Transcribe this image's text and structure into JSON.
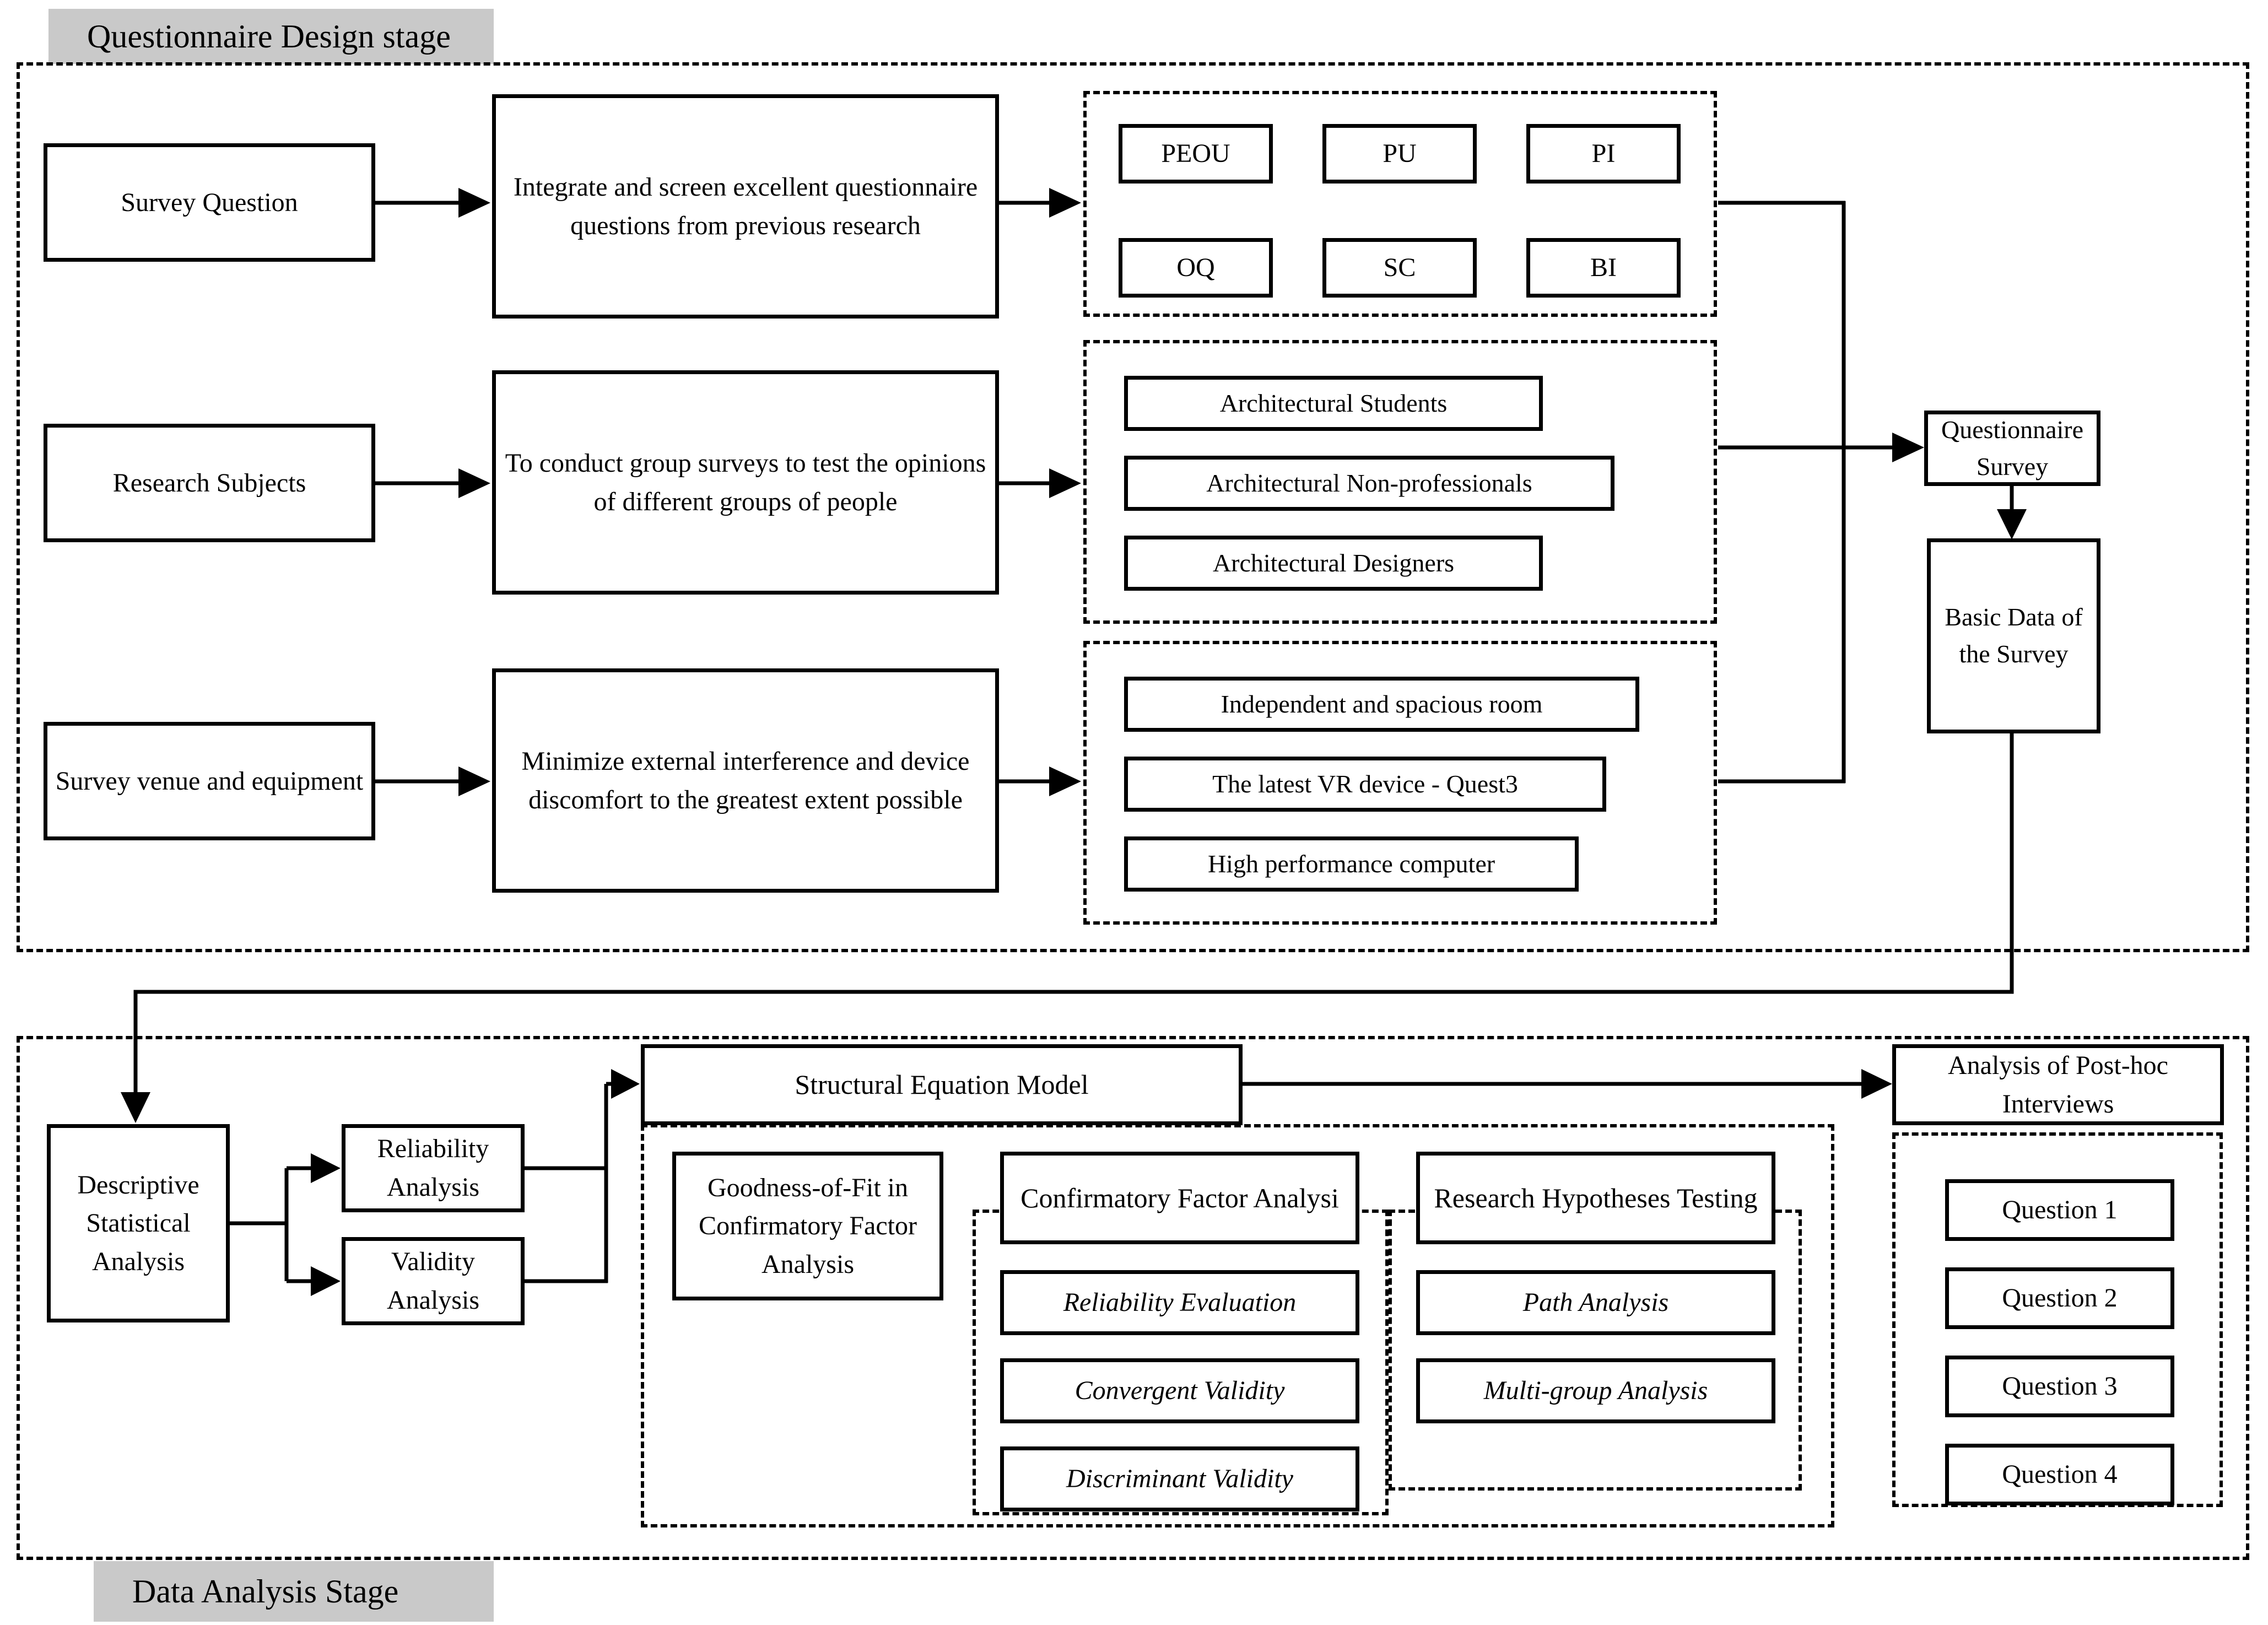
{
  "colors": {
    "label_bg": "#c9c9c9",
    "line": "#000000",
    "background": "#ffffff"
  },
  "stage1": {
    "label": "Questionnaire Design stage",
    "rows": [
      {
        "source": "Survey Question",
        "process": "Integrate and screen excellent questionnaire questions from previous research",
        "items": [
          "PEOU",
          "PU",
          "PI",
          "OQ",
          "SC",
          "BI"
        ]
      },
      {
        "source": "Research Subjects",
        "process": "To conduct group surveys to test the opinions of different groups of people",
        "items": [
          "Architectural Students",
          "Architectural Non-professionals",
          "Architectural Designers"
        ]
      },
      {
        "source": "Survey venue and equipment",
        "process": "Minimize external interference and device discomfort to the greatest extent possible",
        "items": [
          "Independent and spacious room",
          "The latest VR device - Quest3",
          "High performance computer"
        ]
      }
    ],
    "questionnaire_survey": "Questionnaire Survey",
    "basic_data": "Basic Data of the Survey"
  },
  "stage2": {
    "label": "Data Analysis Stage",
    "descriptive": "Descriptive Statistical Analysis",
    "reliability": "Reliability Analysis",
    "validity": "Validity Analysis",
    "sem": "Structural Equation Model",
    "goodness": "Goodness-of-Fit in Confirmatory Factor Analysis",
    "cfa": {
      "title": "Confirmatory Factor Analysi",
      "items": [
        "Reliability Evaluation",
        "Convergent Validity",
        "Discriminant Validity"
      ]
    },
    "hypotheses": {
      "title": "Research Hypotheses Testing",
      "items": [
        "Path Analysis",
        "Multi-group Analysis"
      ]
    },
    "posthoc": {
      "title": "Analysis of Post-hoc Interviews",
      "items": [
        "Question 1",
        "Question 2",
        "Question 3",
        "Question 4"
      ]
    }
  }
}
